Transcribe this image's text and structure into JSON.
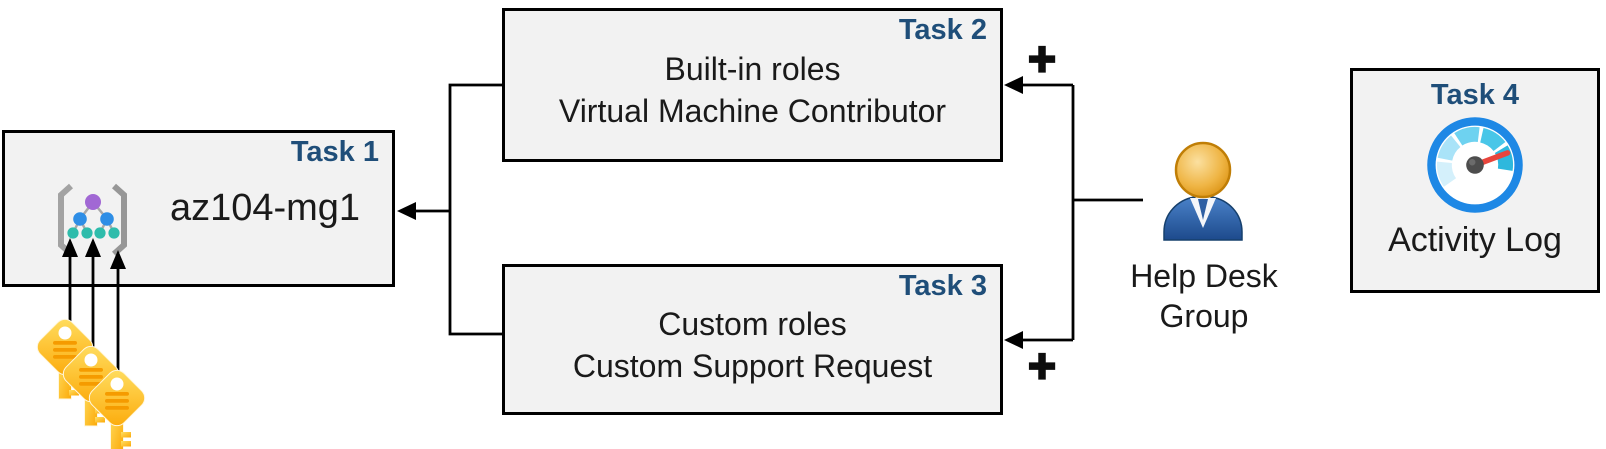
{
  "diagram": {
    "boxes": {
      "task1": {
        "label": "Task 1",
        "title": "az104-mg1"
      },
      "task2": {
        "label": "Task 2",
        "line1": "Built-in roles",
        "line2": "Virtual Machine Contributor"
      },
      "task3": {
        "label": "Task 3",
        "line1": "Custom roles",
        "line2": "Custom Support Request"
      },
      "task4": {
        "label": "Task 4",
        "title": "Activity Log"
      }
    },
    "actor": {
      "line1": "Help Desk",
      "line2": "Group"
    },
    "plus": "+",
    "icons": {
      "task1": "management-group-icon",
      "task4": "activity-log-gauge-icon",
      "actor": "user-icon",
      "bottom_left": "keys-icon"
    },
    "colors": {
      "task_label": "#1f4e79",
      "box_fill": "#f2f2f2",
      "box_border": "#000000",
      "connector": "#000000",
      "key_gold": "#ffc107",
      "key_stripe": "#f59b00",
      "gauge_ring": "#1e88e5",
      "gauge_needle": "#e8453c",
      "person_body": "#2e5fa3",
      "person_head": "#e8a33d",
      "mg_purple": "#a168d4",
      "mg_blue": "#2e8ee6",
      "mg_teal": "#2ebcab"
    }
  }
}
